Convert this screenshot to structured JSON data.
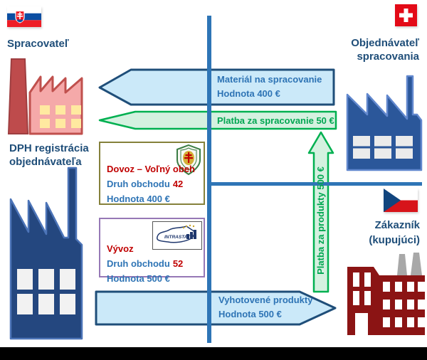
{
  "colors": {
    "dark_blue": "#1F4E79",
    "mid_blue": "#2E74B5",
    "line_blue": "#2E75B6",
    "green": "#00B050",
    "green_text": "#00A651",
    "red_text": "#C00000",
    "arrow_blue_fill": "#CBE9F9",
    "arrow_green_fill": "#D5F1E0"
  },
  "parties": {
    "processor": {
      "label": "Spracovateľ",
      "flag": "slovakia-flag"
    },
    "orderer": {
      "label_line1": "Objednávateľ",
      "label_line2": "spracovania",
      "flag": "switzerland-flag"
    },
    "vat_registration": {
      "label_line1": "DPH registrácia",
      "label_line2": "objednávateľa"
    },
    "customer": {
      "label_line1": "Zákazník",
      "label_line2": "(kupujúci)",
      "flag": "czech-republic-flag"
    }
  },
  "arrows": {
    "material": {
      "line1": "Materiál na spracovanie",
      "line2": "Hodnota 400 €"
    },
    "processing_payment": {
      "label": "Platba za spracovanie 50 €"
    },
    "products_payment": {
      "label": "Platba za produkty 500 €"
    },
    "finished_products": {
      "line1": "Vyhotovené produkty",
      "line2": "Hodnota 500 €"
    }
  },
  "declaration_boxes": {
    "import": {
      "title": "Dovoz – Voľný obeh",
      "trade_type_label": "Druh obchodu",
      "trade_type_code": "42",
      "value": "Hodnota 400 €",
      "icon": "customs-badge"
    },
    "export": {
      "title": "Vývoz",
      "trade_type_label": "Druh obchodu",
      "trade_type_code": "52",
      "value": "Hodnota 500 €",
      "icon": "intrastat-logo",
      "intrastat_text": "INTRASTAT"
    }
  }
}
